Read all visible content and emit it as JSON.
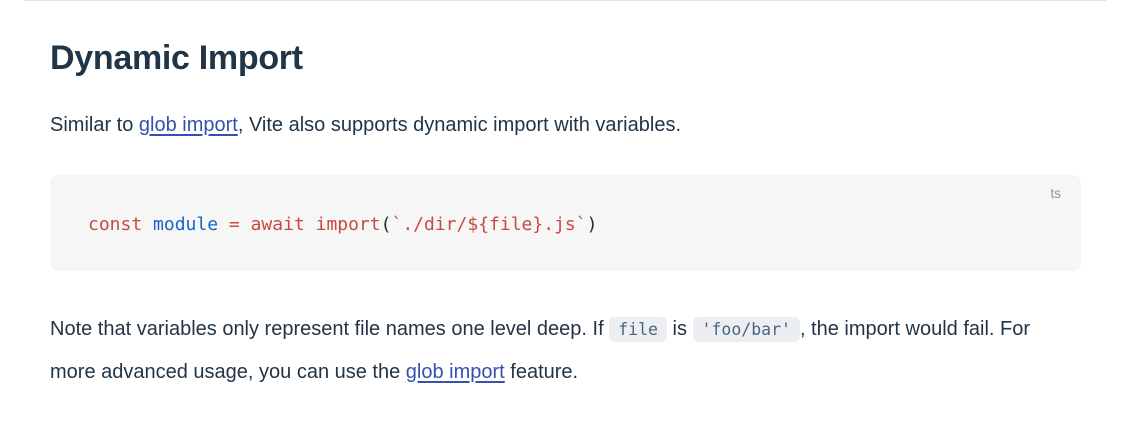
{
  "colors": {
    "text": "#213547",
    "link": "#3451b2",
    "divider": "#e2e2e3",
    "code_bg": "#f6f6f7",
    "lang_label": "#929398",
    "tok_red": "#c94a42",
    "tok_blue": "#1565c0",
    "tok_plain": "#24292f",
    "inline_code_bg": "#edeef2",
    "inline_code_text": "#476582"
  },
  "heading": "Dynamic Import",
  "intro": {
    "before_link": "Similar to ",
    "link_text": "glob import",
    "after_link": ", Vite also supports dynamic import with variables."
  },
  "code_block": {
    "language_label": "ts",
    "tokens": [
      {
        "text": "const"
      },
      {
        "text": " "
      },
      {
        "text": "module"
      },
      {
        "text": " "
      },
      {
        "text": "="
      },
      {
        "text": " "
      },
      {
        "text": "await"
      },
      {
        "text": " "
      },
      {
        "text": "import"
      },
      {
        "text": "("
      },
      {
        "text": "`./dir/${file}.js`"
      },
      {
        "text": ")"
      }
    ]
  },
  "note": {
    "text1": "Note that variables only represent file names one level deep. If ",
    "inline_code1": "file",
    "text2": " is ",
    "inline_code2": "'foo/bar'",
    "text3": ", the import would fail. For more advanced usage, you can use the ",
    "link_text": "glob import",
    "text4": " feature."
  }
}
